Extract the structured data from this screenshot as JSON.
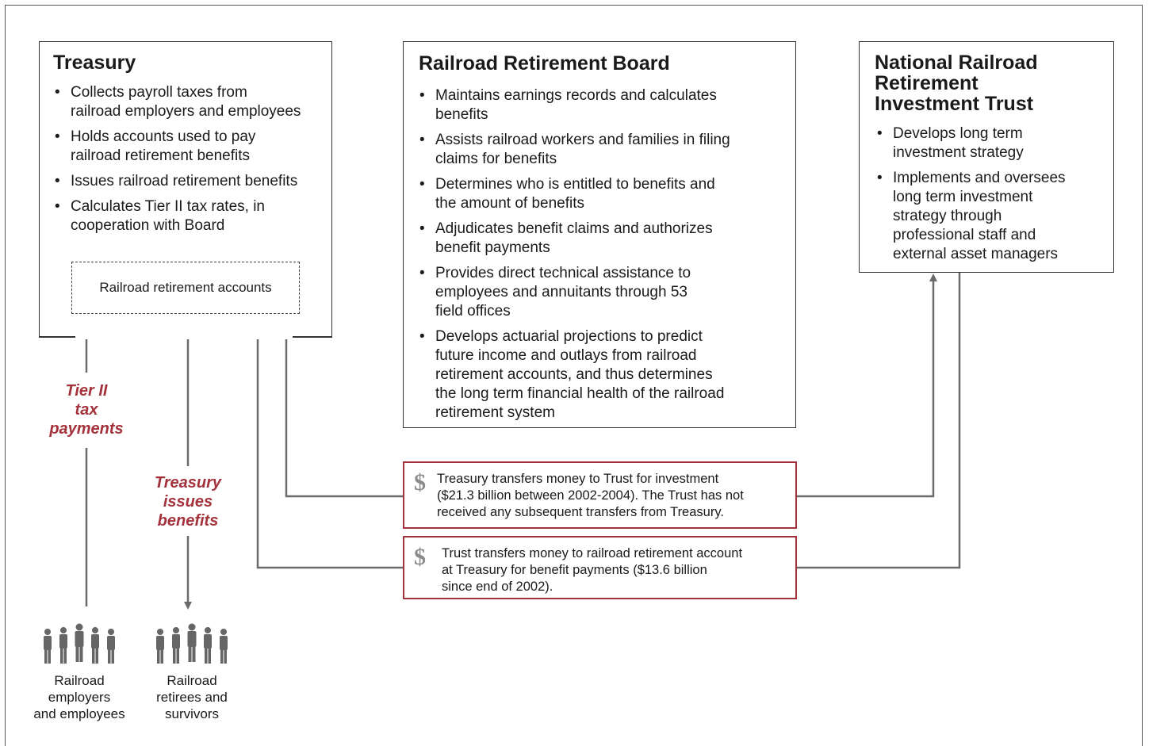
{
  "treasury": {
    "title": "Treasury",
    "items": [
      "Collects payroll taxes from\nrailroad employers and employees",
      "Holds accounts used to pay\nrailroad retirement benefits",
      "Issues railroad retirement benefits",
      "Calculates Tier II tax rates, in\ncooperation with Board"
    ],
    "accounts_label": "Railroad retirement accounts"
  },
  "board": {
    "title": "Railroad Retirement Board",
    "items": [
      "Maintains earnings records and calculates\nbenefits",
      "Assists railroad workers and families in filing\nclaims for benefits",
      "Determines who is entitled to benefits and\nthe amount of benefits",
      "Adjudicates benefit claims and authorizes\nbenefit payments",
      "Provides direct technical assistance to\nemployees and annuitants through 53\nfield offices",
      "Develops actuarial projections to predict\nfuture income and outlays from railroad\nretirement  accounts, and thus determines\nthe long term financial health of the railroad\nretirement system"
    ]
  },
  "trust": {
    "title": "National Railroad\nRetirement\nInvestment Trust",
    "items": [
      "Develops long term\ninvestment strategy",
      "Implements and oversees\nlong term investment\nstrategy through\nprofessional staff and\nexternal asset managers"
    ]
  },
  "flows": {
    "tier2": "Tier II\ntax\npayments",
    "benefits": "Treasury\nissues\nbenefits",
    "transfer_to_trust": "Treasury transfers money to Trust for investment\n($21.3 billion between 2002-2004). The Trust has not\nreceived any subsequent transfers from Treasury.",
    "transfer_to_treasury": "Trust transfers money to railroad retirement account\nat Treasury for benefit payments ($13.6 billion\nsince end of 2002).",
    "dollar_symbol": "$"
  },
  "groups": {
    "employers": "Railroad\nemployers\nand employees",
    "retirees": "Railroad\nretirees and\nsurvivors"
  },
  "colors": {
    "accent_red": "#a4323c",
    "line_gray": "#6b6b6b",
    "icon_gray": "#666666"
  }
}
